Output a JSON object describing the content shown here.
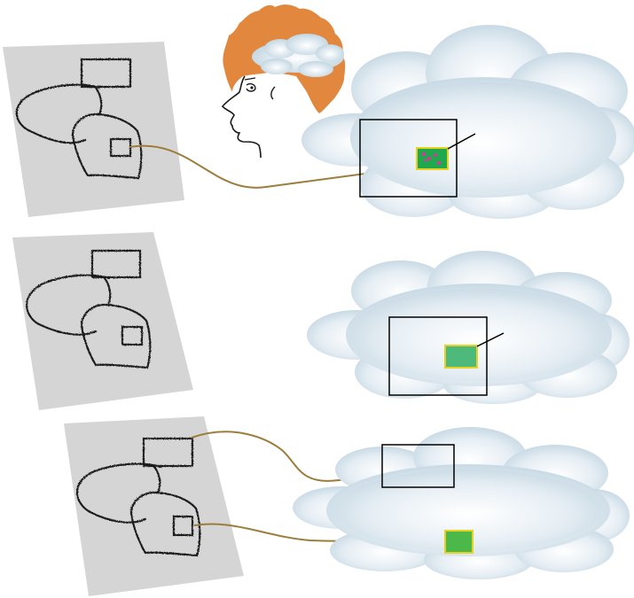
{
  "diagram": {
    "description_text": [],
    "colors": {
      "paper": "#d5d5d5",
      "sketch_ink": "#1a1a1a",
      "link": "#9c7d3c",
      "cloud_center": "#ffffff",
      "cloud_edge": "#b9cfdc",
      "hair": "#e2883e",
      "frame": "#000000",
      "highlight_fill_1": "#1fa84d",
      "highlight_fill_2": "#4dba7b",
      "highlight_fill_3": "#4cb84a",
      "highlight_border": "#e8d21f",
      "dots": "#d23a9a"
    },
    "panels": [
      {
        "id": "top",
        "has_thought_head": true,
        "links": 1,
        "highlight": "dots"
      },
      {
        "id": "middle",
        "has_thought_head": false,
        "links": 0,
        "highlight": "plain"
      },
      {
        "id": "bottom",
        "has_thought_head": false,
        "links": 2,
        "highlight": "plain"
      }
    ],
    "icons": [
      "person-head-icon",
      "thought-bubble-icon",
      "sketch-paper-icon"
    ]
  }
}
